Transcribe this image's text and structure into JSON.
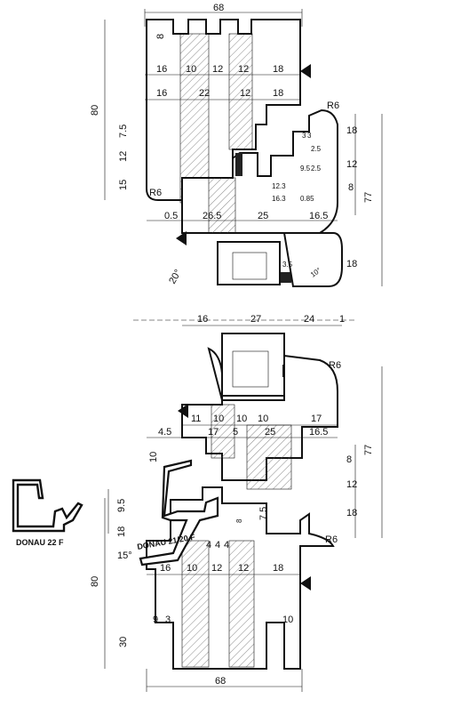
{
  "top": {
    "width_total": "68",
    "height_left": "80",
    "dims_row1": [
      "16",
      "10",
      "12",
      "12",
      "18"
    ],
    "dims_row2": [
      "16",
      "22",
      "12",
      "18"
    ],
    "top_notch": "8",
    "left_small": [
      "7.5",
      "12",
      "15"
    ],
    "radius": "R6",
    "right_small": [
      "3",
      "3",
      "2.5",
      "9.5",
      "2.5"
    ],
    "inner_small": [
      "12.3",
      "16.3",
      "0.85"
    ],
    "right_dims": [
      "18",
      "12",
      "8",
      "77"
    ],
    "sash_row": [
      "0.5",
      "26.5",
      "25",
      "16.5"
    ],
    "glass_gap": "3.5",
    "angle_10": "10°",
    "angle_20": "20°",
    "glass_right": "18",
    "bottom_row": [
      "16",
      "27",
      "24",
      "1"
    ]
  },
  "bottom": {
    "radius": "R6",
    "row1": [
      "11",
      "10",
      "10",
      "10",
      "17"
    ],
    "row2": [
      "4.5",
      "17",
      "5",
      "25",
      "16.5"
    ],
    "left_10": "10",
    "left_dims": [
      "9.5",
      "18",
      "15°"
    ],
    "center_small": [
      "8",
      "7.5"
    ],
    "fours": [
      "4",
      "4",
      "4"
    ],
    "right_dims": [
      "8",
      "12",
      "18",
      "77"
    ],
    "profile_label": "DONAU 21/20 F",
    "dims_row3": [
      "16",
      "10",
      "12",
      "12",
      "18"
    ],
    "height_left": "80",
    "foot": [
      "9",
      "3",
      "30",
      "10"
    ],
    "width_total": "68"
  },
  "side_profile": {
    "label": "DONAU 22 F"
  }
}
